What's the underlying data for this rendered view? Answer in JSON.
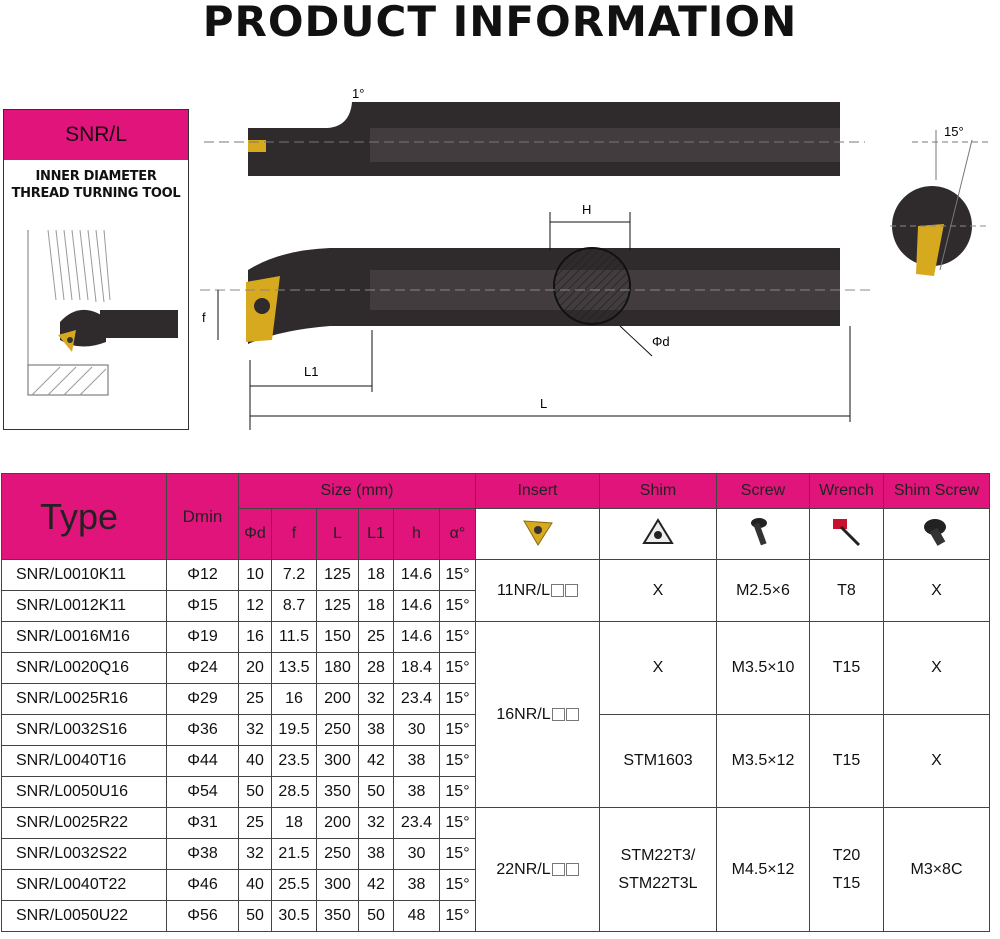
{
  "title": "PRODUCT INFORMATION",
  "tool": {
    "code": "SNR/L",
    "description_line1": "INNER DIAMETER",
    "description_line2": "THREAD TURNING TOOL"
  },
  "drawing_labels": {
    "angle_top": "1°",
    "angle_side": "15°",
    "h": "H",
    "f": "f",
    "phi_d": "Φd",
    "l1": "L1",
    "l": "L"
  },
  "table": {
    "headers": {
      "type": "Type",
      "dmin": "Dmin",
      "size": "Size  (mm)",
      "size_cols": [
        "Φd",
        "f",
        "L",
        "L1",
        "h",
        "α°"
      ],
      "insert": "Insert",
      "shim": "Shim",
      "screw": "Screw",
      "wrench": "Wrench",
      "shim_screw": "Shim Screw"
    },
    "rows": [
      {
        "type": "SNR/L0010K11",
        "dmin": "Φ12",
        "d": "10",
        "f": "7.2",
        "L": "125",
        "L1": "18",
        "h": "14.6",
        "a": "15°"
      },
      {
        "type": "SNR/L0012K11",
        "dmin": "Φ15",
        "d": "12",
        "f": "8.7",
        "L": "125",
        "L1": "18",
        "h": "14.6",
        "a": "15°"
      },
      {
        "type": "SNR/L0016M16",
        "dmin": "Φ19",
        "d": "16",
        "f": "11.5",
        "L": "150",
        "L1": "25",
        "h": "14.6",
        "a": "15°"
      },
      {
        "type": "SNR/L0020Q16",
        "dmin": "Φ24",
        "d": "20",
        "f": "13.5",
        "L": "180",
        "L1": "28",
        "h": "18.4",
        "a": "15°"
      },
      {
        "type": "SNR/L0025R16",
        "dmin": "Φ29",
        "d": "25",
        "f": "16",
        "L": "200",
        "L1": "32",
        "h": "23.4",
        "a": "15°"
      },
      {
        "type": "SNR/L0032S16",
        "dmin": "Φ36",
        "d": "32",
        "f": "19.5",
        "L": "250",
        "L1": "38",
        "h": "30",
        "a": "15°"
      },
      {
        "type": "SNR/L0040T16",
        "dmin": "Φ44",
        "d": "40",
        "f": "23.5",
        "L": "300",
        "L1": "42",
        "h": "38",
        "a": "15°"
      },
      {
        "type": "SNR/L0050U16",
        "dmin": "Φ54",
        "d": "50",
        "f": "28.5",
        "L": "350",
        "L1": "50",
        "h": "38",
        "a": "15°"
      },
      {
        "type": "SNR/L0025R22",
        "dmin": "Φ31",
        "d": "25",
        "f": "18",
        "L": "200",
        "L1": "32",
        "h": "23.4",
        "a": "15°"
      },
      {
        "type": "SNR/L0032S22",
        "dmin": "Φ38",
        "d": "32",
        "f": "21.5",
        "L": "250",
        "L1": "38",
        "h": "30",
        "a": "15°"
      },
      {
        "type": "SNR/L0040T22",
        "dmin": "Φ46",
        "d": "40",
        "f": "25.5",
        "L": "300",
        "L1": "42",
        "h": "38",
        "a": "15°"
      },
      {
        "type": "SNR/L0050U22",
        "dmin": "Φ56",
        "d": "50",
        "f": "30.5",
        "L": "350",
        "L1": "50",
        "h": "48",
        "a": "15°"
      }
    ],
    "groups": {
      "insert_11": "11NR/L",
      "insert_16": "16NR/L",
      "insert_22": "22NR/L",
      "shim_x1": "X",
      "shim_x2": "X",
      "shim_stm1603": "STM1603",
      "shim_stm22_line1": "STM22T3/",
      "shim_stm22_line2": "STM22T3L",
      "screw_1": "M2.5×6",
      "screw_2": "M3.5×10",
      "screw_3": "M3.5×12",
      "screw_4": "M4.5×12",
      "wrench_1": "T8",
      "wrench_2": "T15",
      "wrench_3": "T15",
      "wrench_4_line1": "T20",
      "wrench_4_line2": "T15",
      "shimscrew_1": "X",
      "shimscrew_2": "X",
      "shimscrew_3": "X",
      "shimscrew_4": "M3×8C"
    }
  },
  "colors": {
    "accent": "#e0147a",
    "tool_body": "#2f2a2c",
    "insert_gold": "#d7a91e"
  }
}
